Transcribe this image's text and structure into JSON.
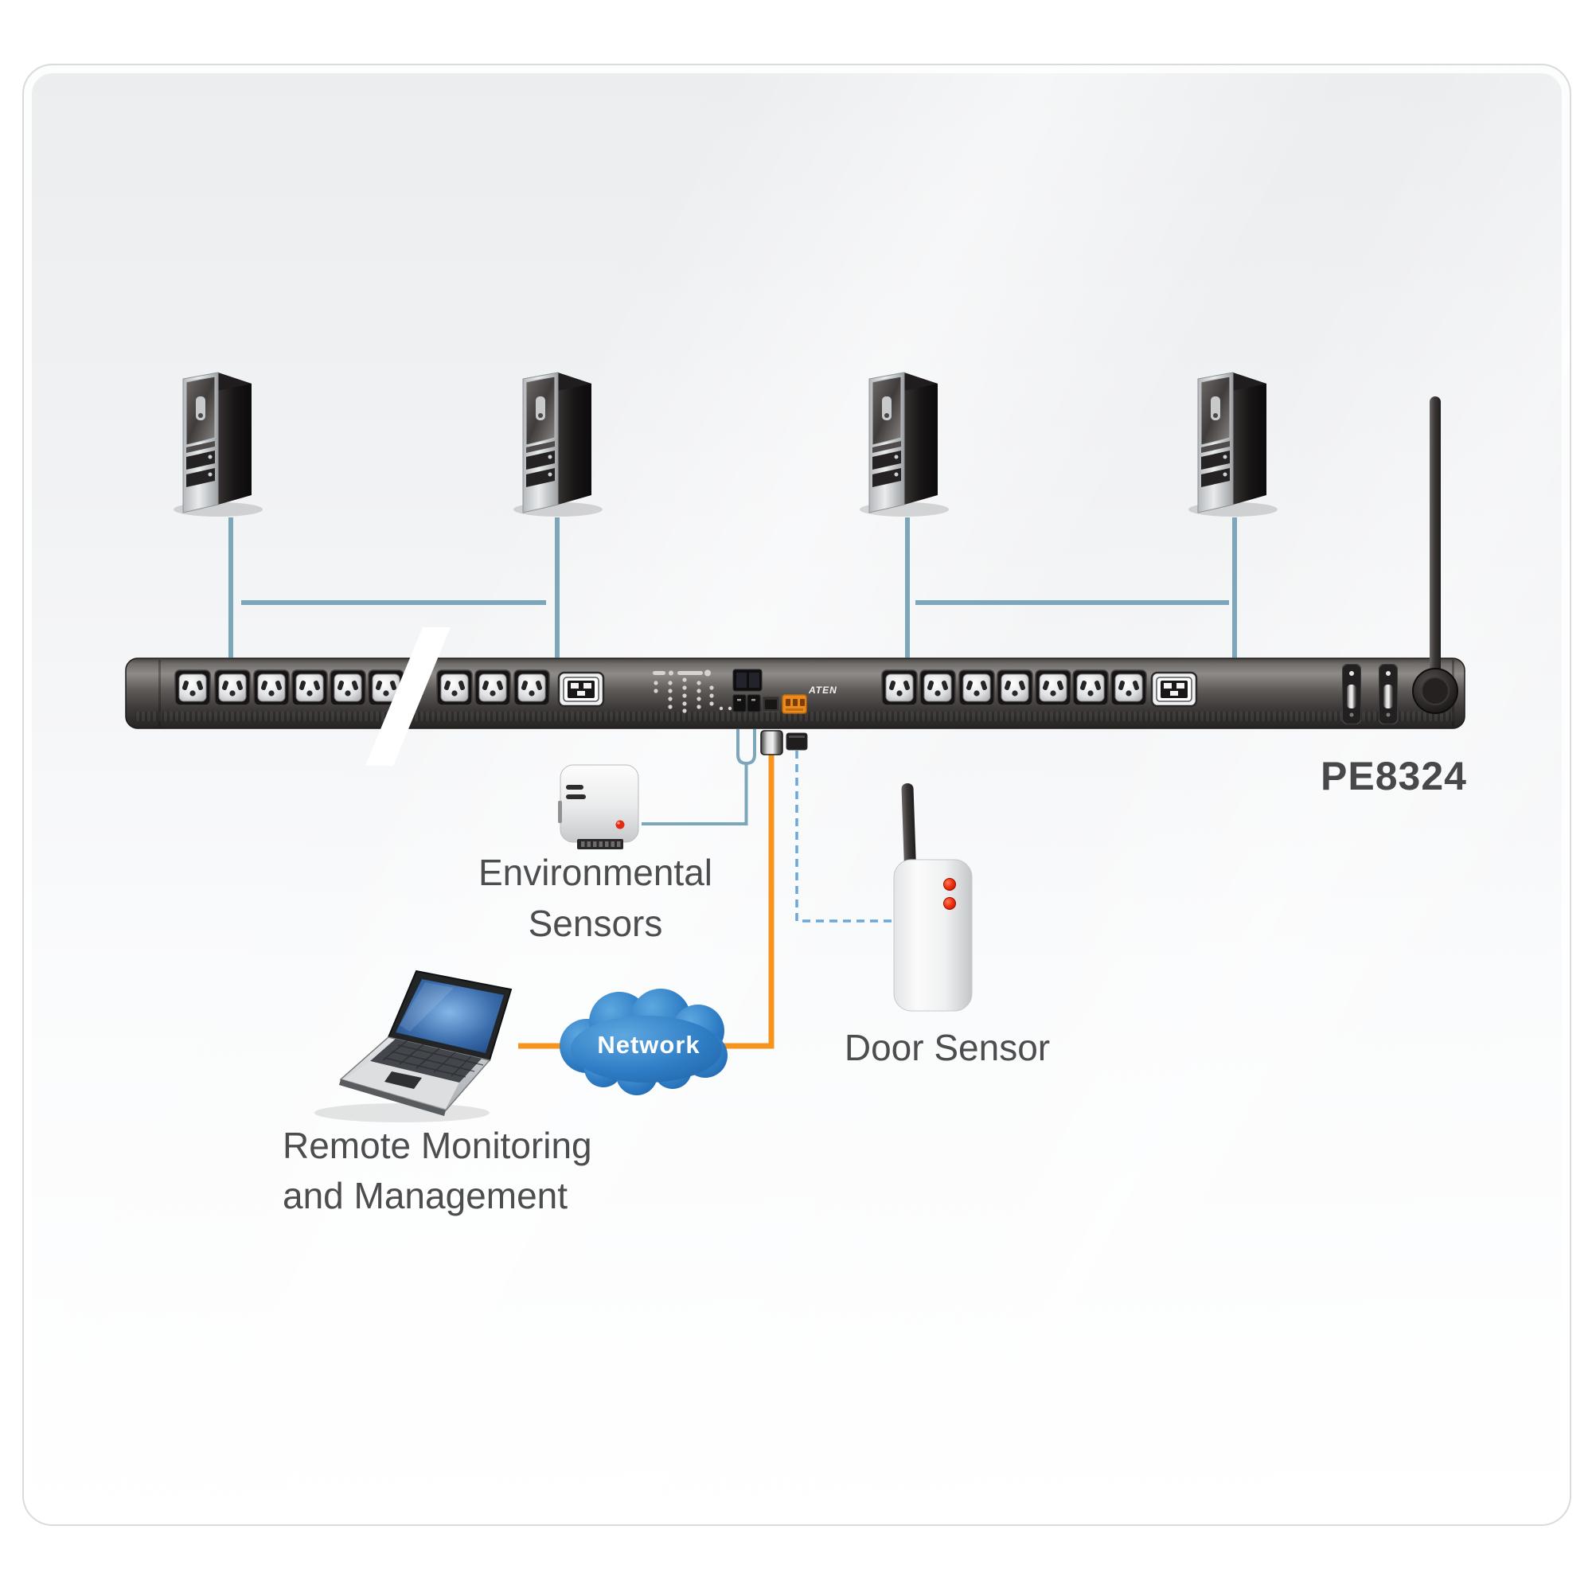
{
  "diagram": {
    "device_model": "PE8324",
    "brand": "ATEN",
    "labels": {
      "environmental_line1": "Environmental",
      "environmental_line2": "Sensors",
      "door_sensor": "Door Sensor",
      "network": "Network",
      "remote_line1": "Remote Monitoring",
      "remote_line2": "and Management"
    },
    "colors": {
      "cable_orange": "#f7941d",
      "link_blue": "#7ca6ba",
      "dashed_blue": "#6aa7db",
      "cloud_blue": "#2e7cc4",
      "label_gray": "#4d4d4f",
      "pdu_dark": "#3c3938"
    }
  }
}
